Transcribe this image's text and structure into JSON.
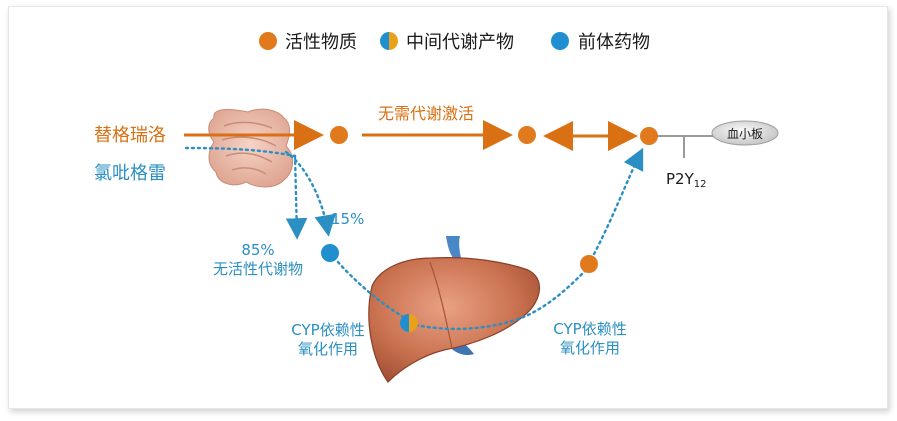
{
  "legend": {
    "active": "活性物质",
    "intermediate": "中间代谢产物",
    "prodrug": "前体药物"
  },
  "labels": {
    "ticagrelor": "替格瑞洛",
    "clopidogrel": "氯吡格雷",
    "no_metabolism": "无需代谢激活",
    "pct_85": "85%",
    "inactive_metabolite": "无活性代谢物",
    "pct_15": "15%",
    "cyp_left_1": "CYP依赖性",
    "cyp_left_2": "氧化作用",
    "cyp_right_1": "CYP依赖性",
    "cyp_right_2": "氧化作用",
    "receptor": "P2Y",
    "receptor_sub": "12",
    "platelet": "血小板"
  },
  "colors": {
    "active": "#e07a1c",
    "prodrug": "#1f8fd0",
    "text_orange": "#d97013",
    "text_blue": "#2b8fc4"
  }
}
